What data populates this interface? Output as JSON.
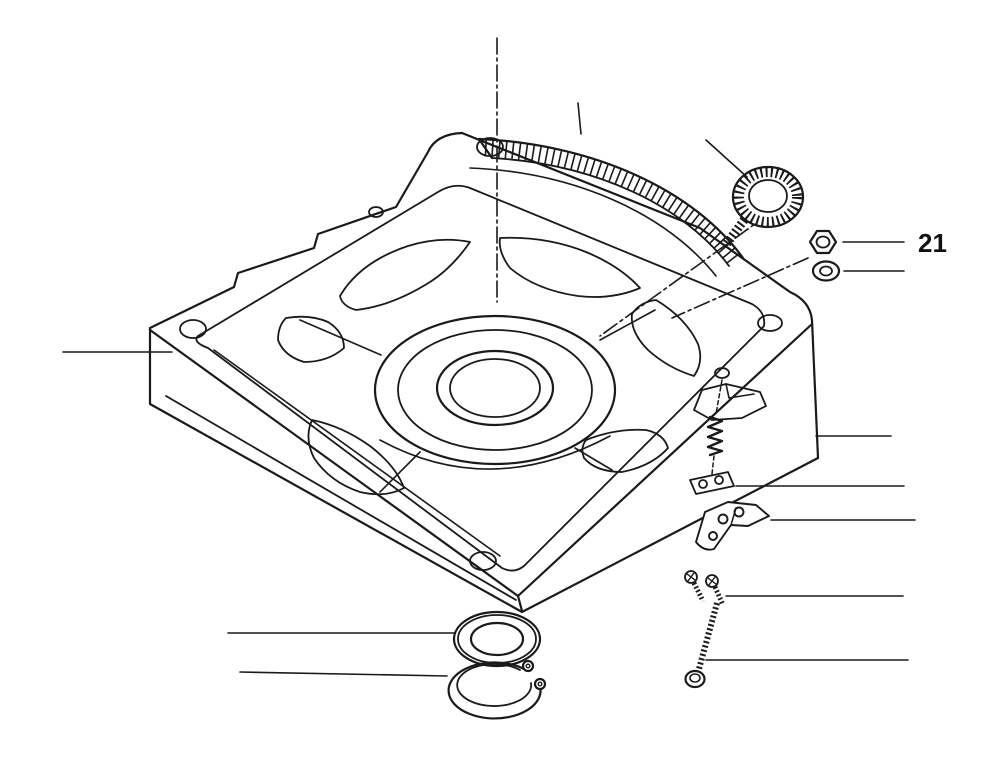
{
  "colors": {
    "background": "#ffffff",
    "line": "#1a1a1a",
    "leader": "#1a1a1a"
  },
  "callouts": [
    {
      "label": "21",
      "target": "hex-nut"
    }
  ],
  "parts": [
    "base-housing",
    "graduated-scale",
    "adjustment-knob",
    "hex-nut",
    "lock-washer",
    "tension-spring",
    "clamp-block",
    "pointer-bracket",
    "pan-head-screws",
    "carriage-screw",
    "flat-washer",
    "retaining-ring"
  ]
}
